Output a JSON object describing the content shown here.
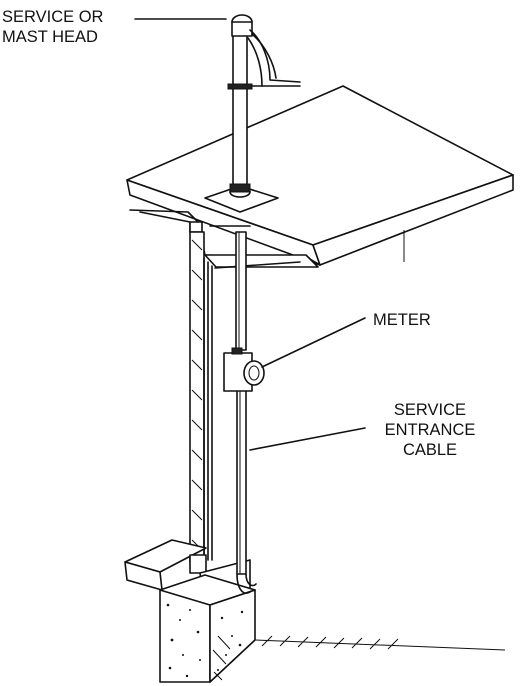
{
  "labels": {
    "service_head": [
      "SERVICE OR",
      "MAST HEAD"
    ],
    "meter": "METER",
    "cable": [
      "SERVICE",
      "ENTRANCE",
      "CABLE"
    ]
  },
  "colors": {
    "ink": "#111111",
    "background": "#ffffff"
  }
}
